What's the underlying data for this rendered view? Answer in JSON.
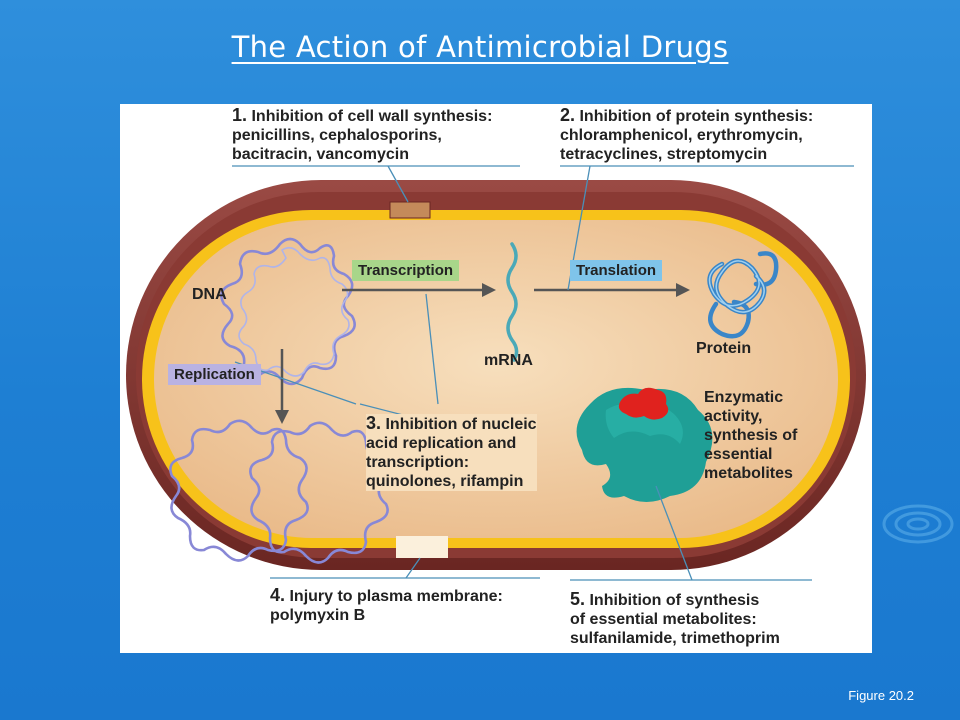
{
  "slide": {
    "title": "The Action of Antimicrobial Drugs",
    "caption": "Figure 20.2"
  },
  "callouts": {
    "c1": {
      "number": "1.",
      "line1": "Inhibition of cell wall synthesis:",
      "line2": "penicillins, cephalosporins,",
      "line3": "bacitracin, vancomycin"
    },
    "c2": {
      "number": "2.",
      "line1": "Inhibition of protein synthesis:",
      "line2": "chloramphenicol, erythromycin,",
      "line3": "tetracyclines, streptomycin"
    },
    "c3": {
      "number": "3.",
      "line1": "Inhibition of nucleic",
      "line2": "acid replication and",
      "line3": "transcription:",
      "line4": "quinolones, rifampin"
    },
    "c4": {
      "number": "4.",
      "line1": "Injury to plasma membrane:",
      "line2": "polymyxin B"
    },
    "c5": {
      "number": "5.",
      "line1": "Inhibition of synthesis",
      "line2": "of essential metabolites:",
      "line3": "sulfanilamide, trimethoprim"
    }
  },
  "cell_labels": {
    "dna": "DNA",
    "transcription": "Transcription",
    "mrna": "mRNA",
    "translation": "Translation",
    "protein": "Protein",
    "replication": "Replication",
    "enzymatic_line1": "Enzymatic",
    "enzymatic_line2": "activity,",
    "enzymatic_line3": "synthesis of",
    "enzymatic_line4": "essential",
    "enzymatic_line5": "metabolites"
  },
  "colors": {
    "cell_wall": "#7a2e2a",
    "membrane": "#f7c21a",
    "cytoplasm": "#f3d3a8",
    "transcription_box": "#a8d68a",
    "translation_box": "#7fc4ea",
    "replication_box": "#b9b2e2",
    "dna_strand": "#8888d6",
    "enzyme": "#1f9f96",
    "enzyme_site": "#e0221e"
  }
}
